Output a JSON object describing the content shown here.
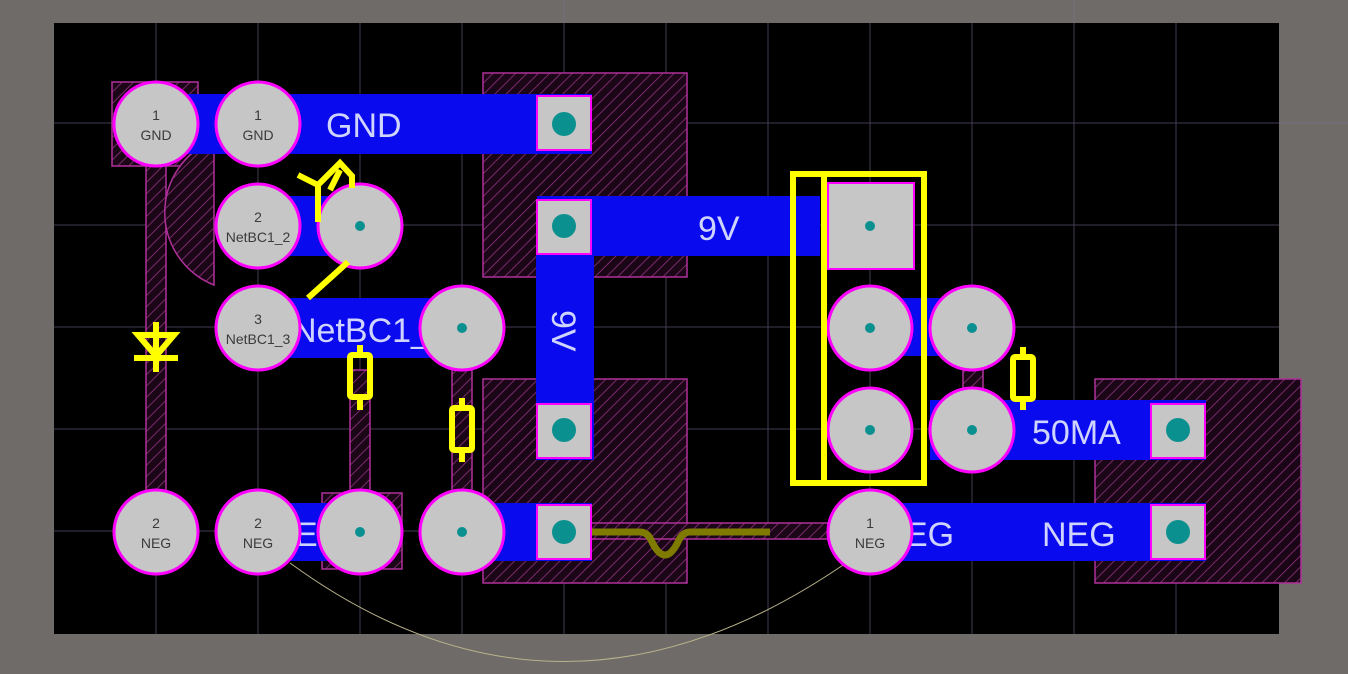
{
  "view": {
    "colors": {
      "desktop": "#6f6b68",
      "board": "#000000",
      "grid": "#7a6f96",
      "top_copper": "#0a0aee",
      "pad_fill": "#c6c6c6",
      "pad_outline": "#ff00ff",
      "via_dot": "#0b9090",
      "overlay_silk": "#ffff00",
      "bottom_silk": "#7f7a00",
      "keepout_hatch": "#7a2a6a"
    }
  },
  "pads": {
    "p1": {
      "num": "1",
      "net": "GND"
    },
    "p2": {
      "num": "1",
      "net": "GND"
    },
    "p3": {
      "num": "2",
      "net": "NetBC1_2"
    },
    "p4": {
      "num": "3",
      "net": "NetBC1_3"
    },
    "p5": {
      "num": "2",
      "net": "NEG"
    },
    "p6": {
      "num": "2",
      "net": "NEG"
    },
    "p7": {
      "num": "1",
      "net": "NEG"
    }
  },
  "traces": {
    "gnd": "GND",
    "nine_v_h": "9V",
    "nine_v_v": "9V",
    "netbc": "NetBC1_",
    "neg_left": "EG",
    "neg_mid": "EG",
    "neg_right": "NEG",
    "fifty_ma": "50MA"
  }
}
